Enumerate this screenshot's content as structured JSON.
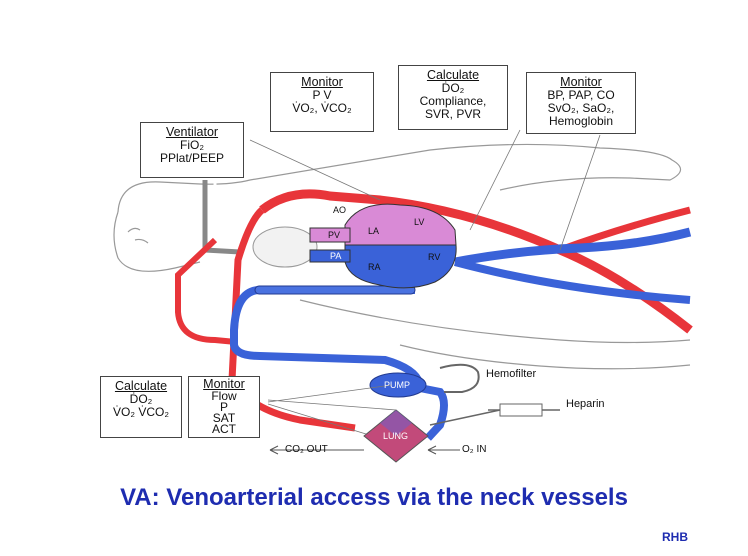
{
  "boxes": {
    "monitor_top": {
      "header": "Monitor",
      "lines": [
        "P  V",
        "V̇O₂,  V̇CO₂"
      ]
    },
    "calculate_top": {
      "header": "Calculate",
      "lines": [
        "ḊO₂",
        "Compliance,",
        "SVR, PVR"
      ]
    },
    "monitor_right": {
      "header": "Monitor",
      "lines": [
        "BP, PAP, CO",
        "SvO₂, SaO₂,",
        "Hemoglobin"
      ]
    },
    "ventilator": {
      "header": "Ventilator",
      "lines": [
        "FiO₂",
        "PPlat/PEEP"
      ]
    },
    "calculate_bottom": {
      "header": "Calculate",
      "lines": [
        "ḊO₂",
        "V̇O₂ V̇CO₂"
      ]
    },
    "monitor_bottom": {
      "header": "Monitor",
      "lines": [
        "Flow",
        "P",
        "SAT",
        "ACT"
      ]
    }
  },
  "heart_labels": {
    "ao": "AO",
    "la": "LA",
    "lv": "LV",
    "pv": "PV",
    "pa": "PA",
    "ra": "RA",
    "rv": "RV"
  },
  "circuit_labels": {
    "pump": "PUMP",
    "lung": "LUNG",
    "hemofilter": "Hemofilter",
    "heparin": "Heparin",
    "co2_out": "CO₂ OUT",
    "o2_in": "O₂ IN"
  },
  "title": "VA:   Venoarterial access via the neck vessels",
  "credit": "RHB",
  "colors": {
    "arterial": "#e8353a",
    "venous": "#3a62d8",
    "left_heart": "#d98ad6",
    "title": "#1e2cb0"
  }
}
